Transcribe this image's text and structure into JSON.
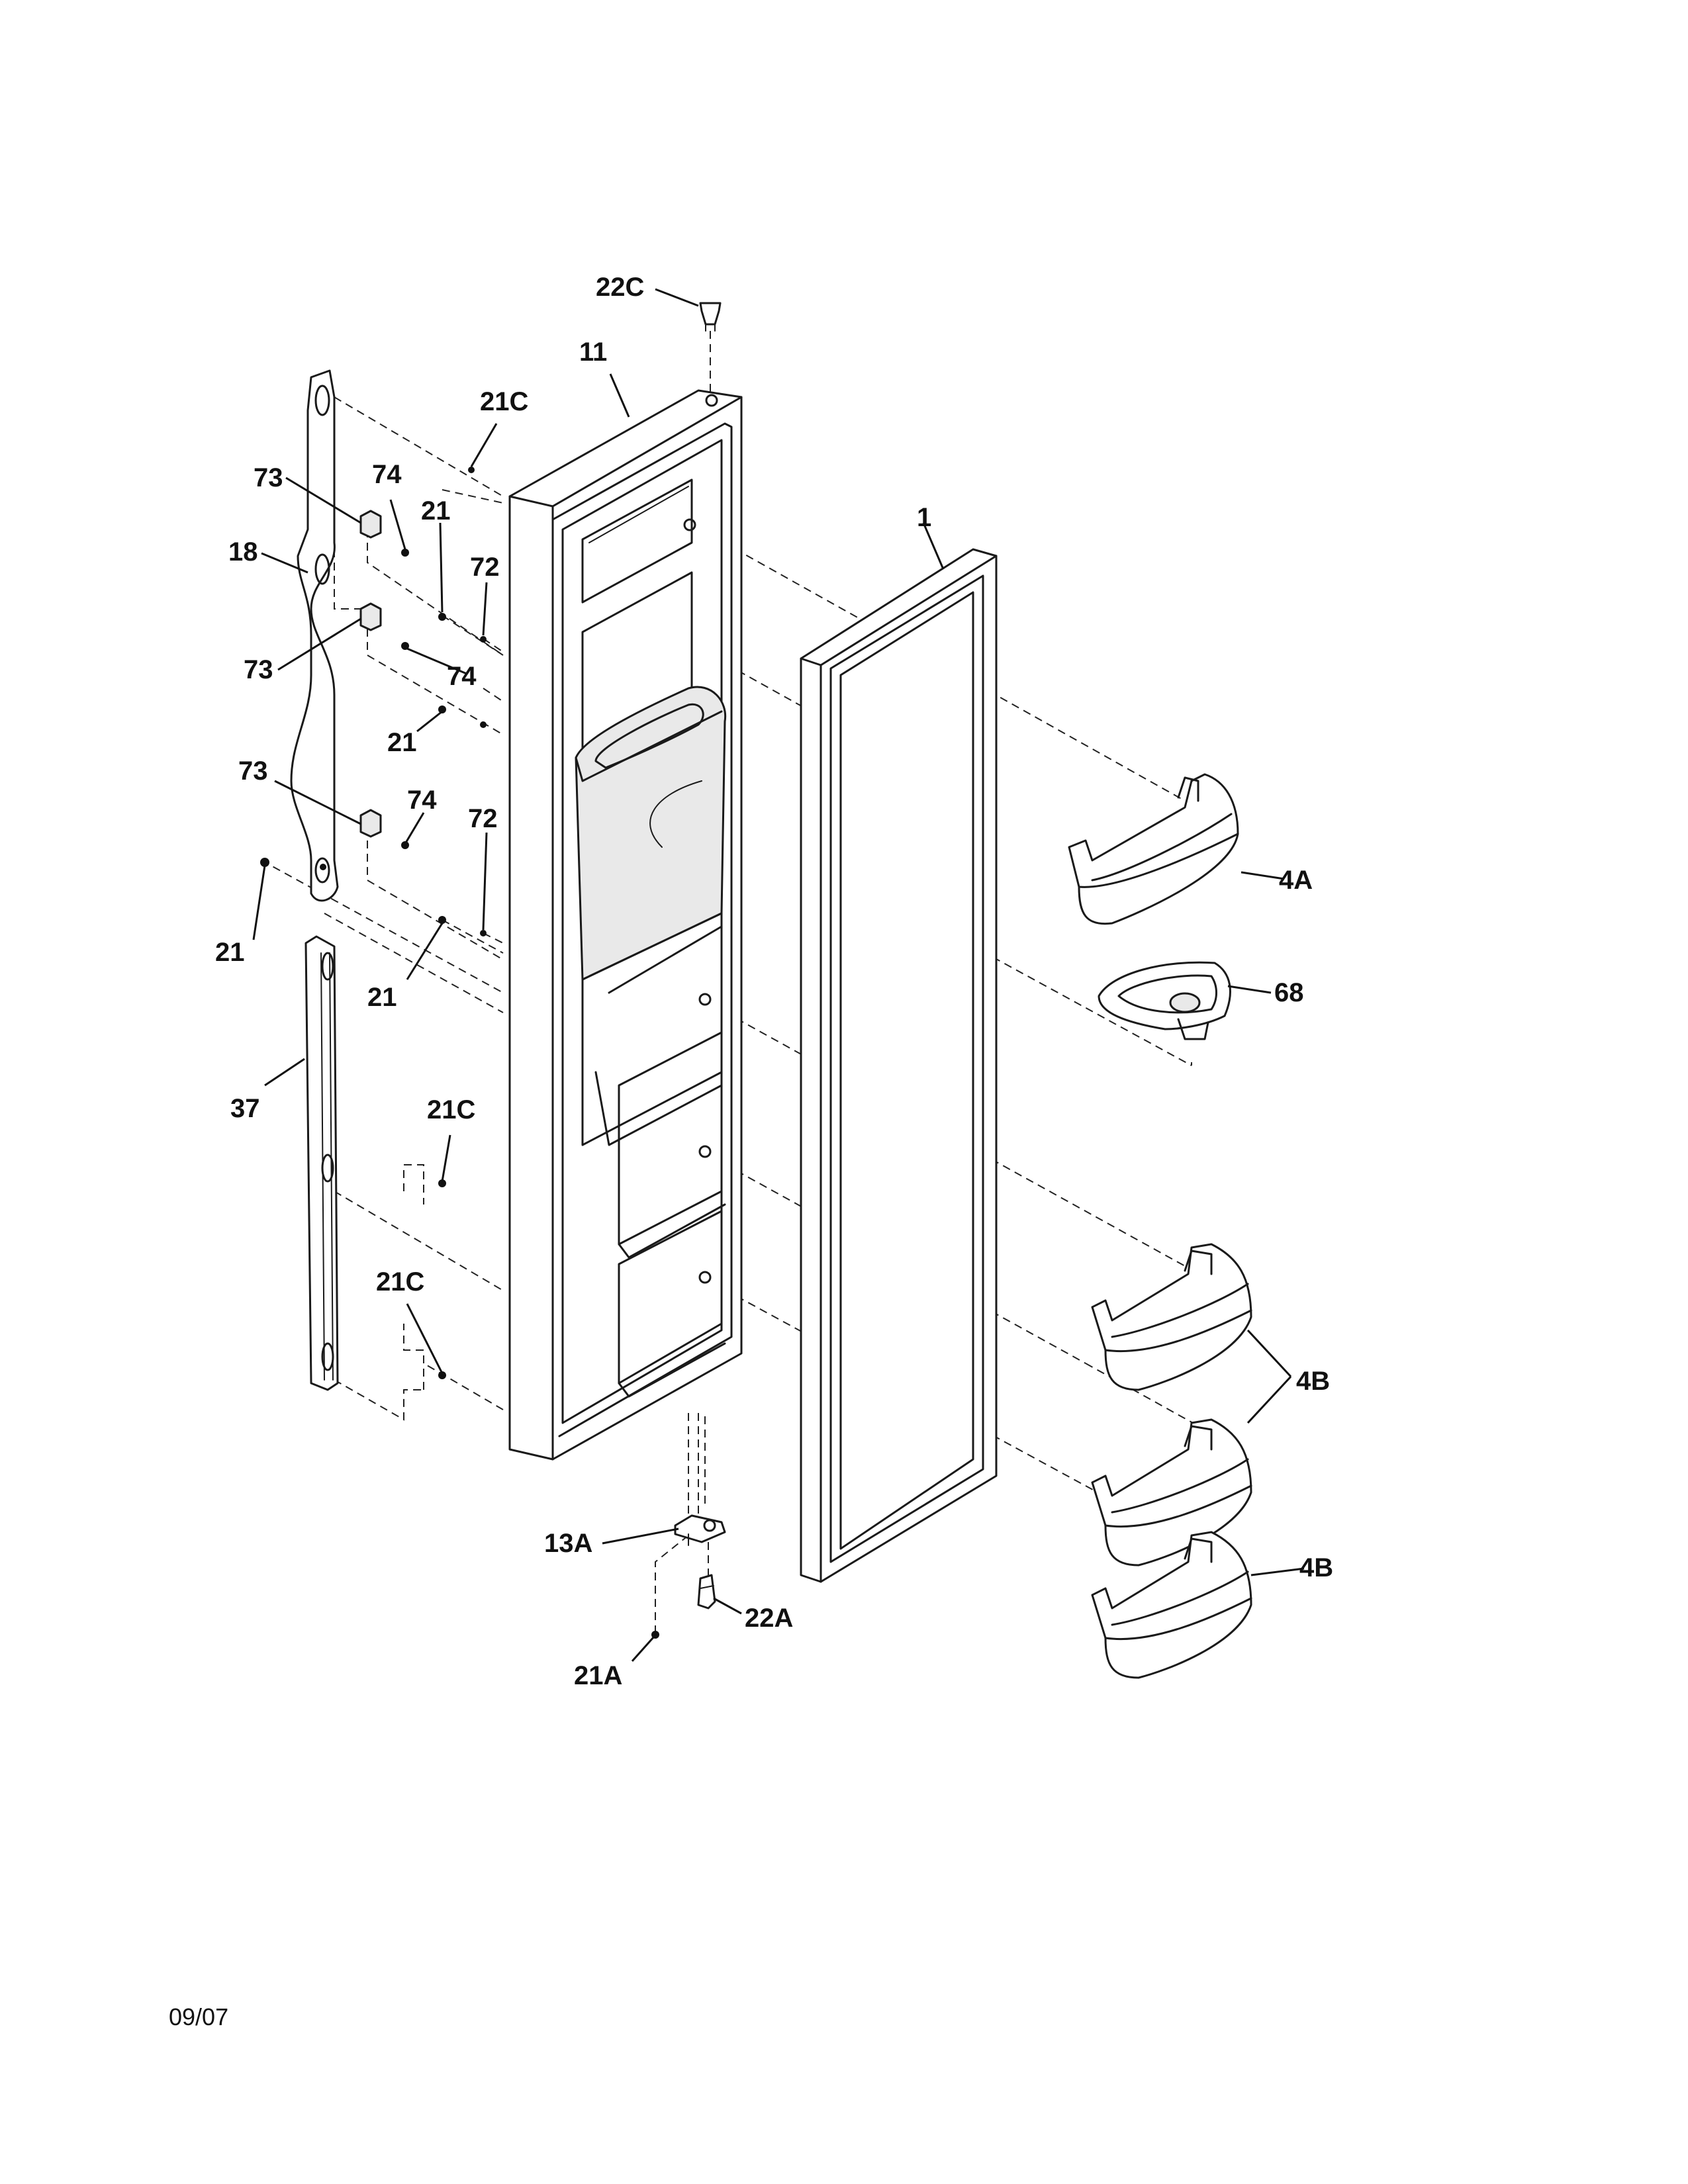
{
  "diagram": {
    "callouts": {
      "c_22C": "22C",
      "c_11": "11",
      "c_21C_top": "21C",
      "c_73_a": "73",
      "c_74_a": "74",
      "c_21_a": "21",
      "c_72_a": "72",
      "c_18": "18",
      "c_1": "1",
      "c_73_b": "73",
      "c_74_b": "74",
      "c_21_b": "21",
      "c_73_c": "73",
      "c_74_c": "74",
      "c_72_b": "72",
      "c_4A": "4A",
      "c_21_c": "21",
      "c_21_d": "21",
      "c_68": "68",
      "c_37": "37",
      "c_21C_mid": "21C",
      "c_21C_low": "21C",
      "c_4B_a": "4B",
      "c_4B_b": "4B",
      "c_13A": "13A",
      "c_22A": "22A",
      "c_21A": "21A"
    },
    "date_code": "09/07"
  }
}
